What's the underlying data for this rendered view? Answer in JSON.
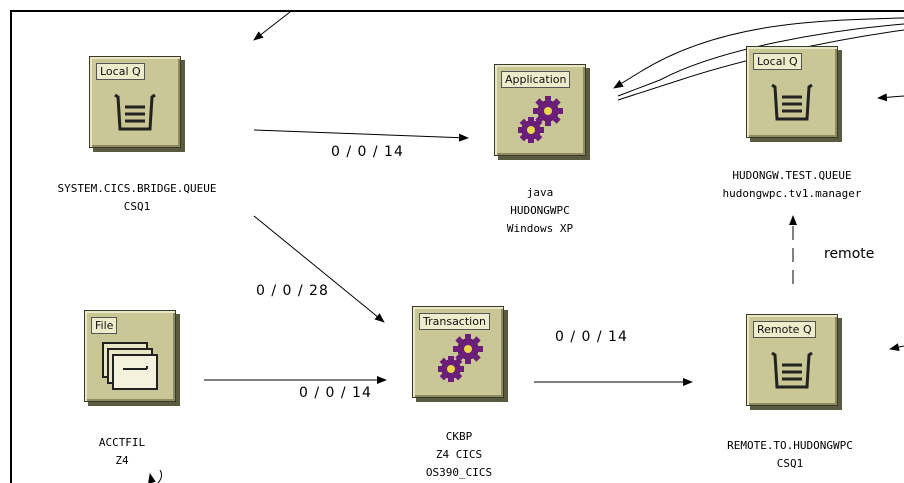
{
  "nodes": {
    "localq1": {
      "tag": "Local Q",
      "lines": [
        "SYSTEM.CICS.BRIDGE.QUEUE",
        "CSQ1"
      ]
    },
    "application": {
      "tag": "Application",
      "lines": [
        "java",
        "HUDONGWPC",
        "Windows XP"
      ]
    },
    "localq2": {
      "tag": "Local Q",
      "lines": [
        "HUDONGW.TEST.QUEUE",
        "hudongwpc.tv1.manager"
      ]
    },
    "file": {
      "tag": "File",
      "lines": [
        "ACCTFIL",
        "Z4"
      ]
    },
    "transaction": {
      "tag": "Transaction",
      "lines": [
        "CKBP",
        "Z4 CICS",
        "OS390_CICS"
      ]
    },
    "remoteq": {
      "tag": "Remote Q",
      "lines": [
        "REMOTE.TO.HUDONGWPC",
        "CSQ1"
      ]
    }
  },
  "edges": {
    "localq_to_app": "0 / 0 / 14",
    "localq_to_transaction": "0 / 0 / 28",
    "file_to_transaction": "0 / 0 / 14",
    "transaction_to_remote": "0 / 0 / 14",
    "remote_to_localq": "remote"
  },
  "colors": {
    "node_fill": "#c9c795",
    "icon_purple": "#6b1f7a",
    "icon_yellow": "#e8d84a"
  }
}
